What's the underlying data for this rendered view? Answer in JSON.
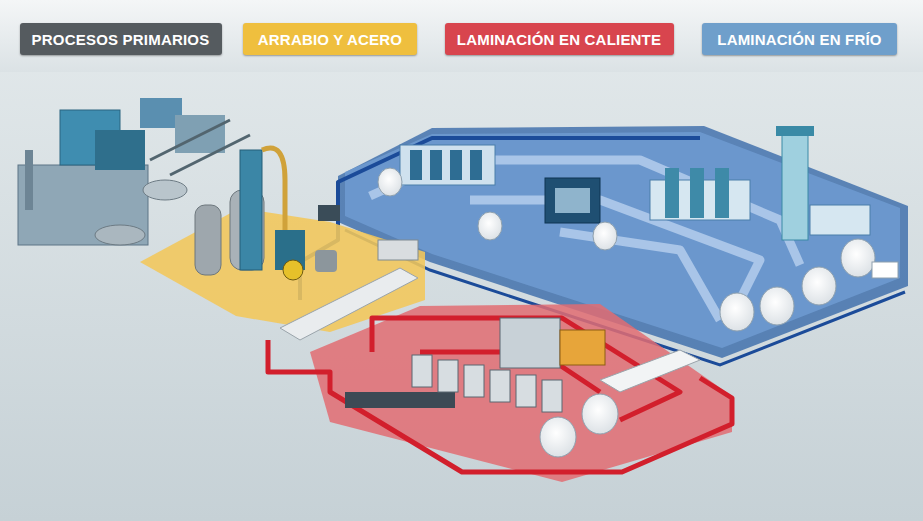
{
  "diagram": {
    "nodes": [
      {
        "text": [
          "PROCESOS PRIMARIOS"
        ]
      },
      {
        "text": [
          "ARRABIO Y ACERO"
        ]
      },
      {
        "text": [
          "LAMINACIÓN EN CALIENTE"
        ]
      },
      {
        "text": [
          "LAMINACIÓN EN FRÍO"
        ]
      }
    ]
  }
}
